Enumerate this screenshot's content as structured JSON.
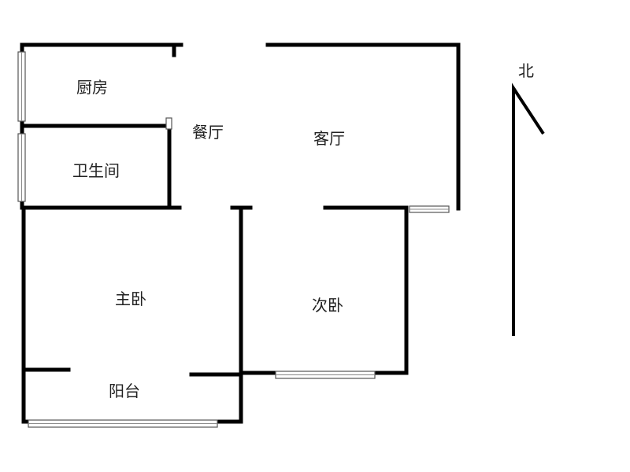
{
  "rooms": {
    "kitchen": "厨房",
    "bathroom": "卫生间",
    "dining": "餐厅",
    "living": "客厅",
    "master_bedroom": "主卧",
    "second_bedroom": "次卧",
    "balcony": "阳台"
  },
  "compass": {
    "north_label": "北"
  }
}
